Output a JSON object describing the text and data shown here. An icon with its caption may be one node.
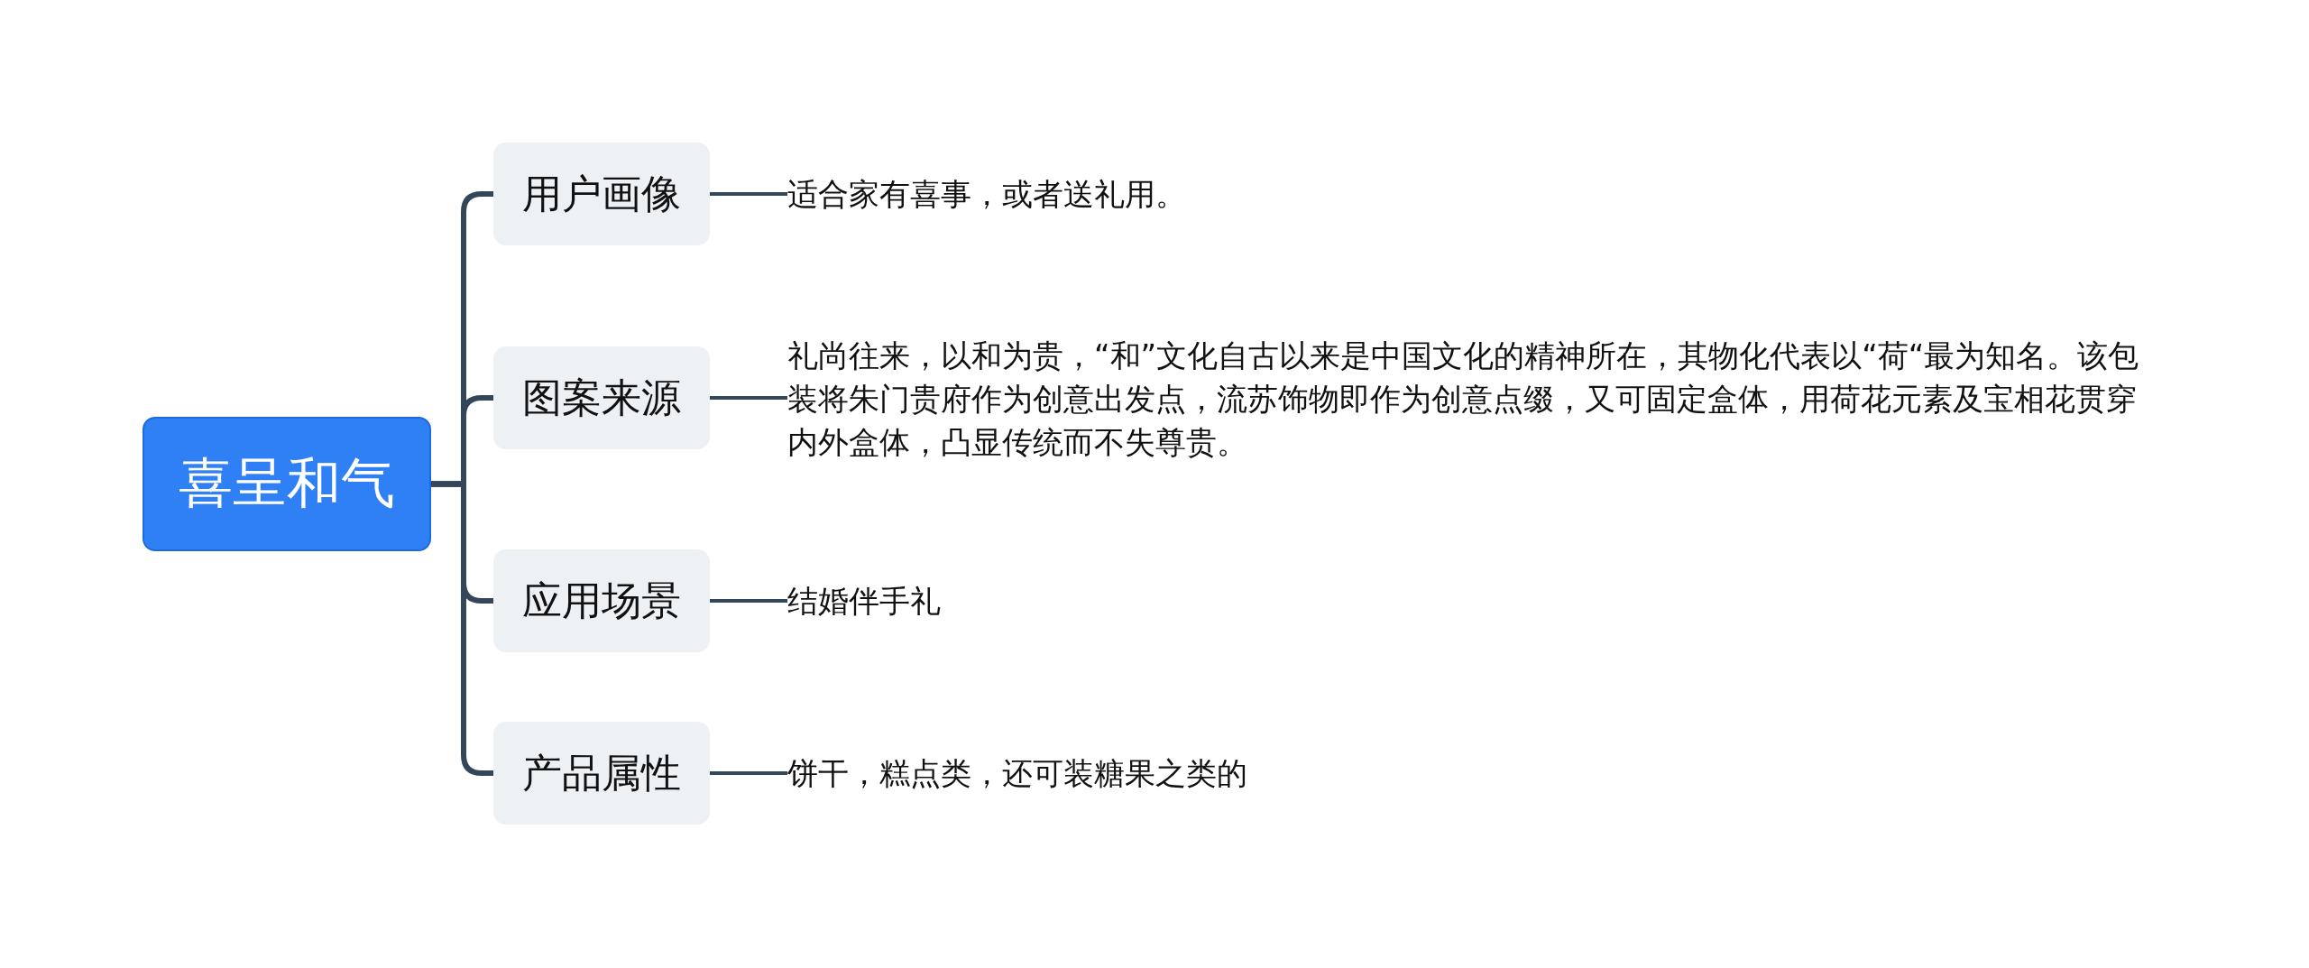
{
  "diagram": {
    "nodes": [
      {
        "text": [
          "喜呈和气"
        ]
      },
      {
        "text": [
          "用户画像"
        ]
      },
      {
        "text": [
          "图案来源"
        ]
      },
      {
        "text": [
          "应用场景"
        ]
      },
      {
        "text": [
          "产品属性"
        ]
      },
      {
        "text": [
          "适合家有喜事，或者送礼用。"
        ]
      },
      {
        "text": [
          "礼尚往来，以和为贵，“和”文化自古以来是中国文化的精神所在，其物化代表以“荷“最为知名。该包装将朱门贵府作为创意出发点，流苏饰物即作为创意点缀，又可固定盒体，用荷花元素及宝相花贯穿内外盒体，凸显传统而不失尊贵。"
        ]
      },
      {
        "text": [
          "结婚伴手礼"
        ]
      },
      {
        "text": [
          "饼干，糕点类，还可装糖果之类的"
        ]
      }
    ],
    "edges": [
      {
        "from": 0,
        "to": 1,
        "arrow": "none"
      },
      {
        "from": 0,
        "to": 2,
        "arrow": "none"
      },
      {
        "from": 0,
        "to": 3,
        "arrow": "none"
      },
      {
        "from": 0,
        "to": 4,
        "arrow": "none"
      },
      {
        "from": 1,
        "to": 5,
        "arrow": "none"
      },
      {
        "from": 2,
        "to": 6,
        "arrow": "none"
      },
      {
        "from": 3,
        "to": 7,
        "arrow": "none"
      },
      {
        "from": 4,
        "to": 8,
        "arrow": "none"
      }
    ]
  }
}
